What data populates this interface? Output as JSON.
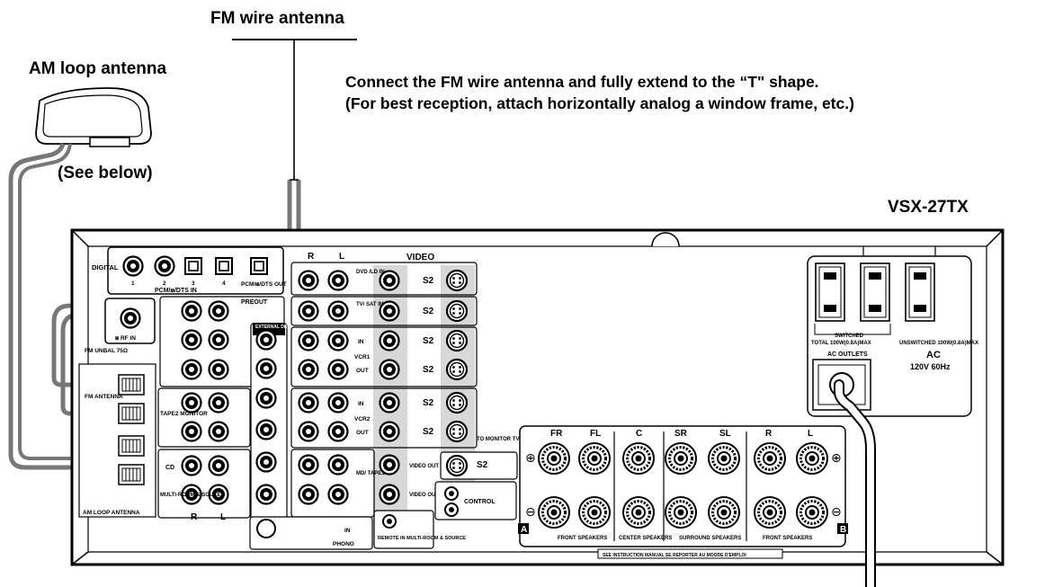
{
  "labels": {
    "fm_wire_antenna": "FM wire antenna",
    "am_loop_antenna": "AM loop antenna",
    "see_below": "(See below)",
    "instruction_line1": "Connect the FM wire antenna and fully extend to the “T\" shape.",
    "instruction_line2": "(For best reception, attach horizontally analog a window frame, etc.)",
    "model": "VSX-27TX"
  },
  "panel": {
    "digital": "DIGITAL",
    "digital_inputs": [
      "1",
      "2",
      "3",
      "4"
    ],
    "pcm_dts_in": "PCM/⧈/DTS IN",
    "pcm_dts_out": "PCM/⧈/DTS OUT",
    "rf_in": "⧈ RF IN",
    "fm_unbal": "FM UNBAL 75Ω",
    "fm_antenna": "FM ANTENNA",
    "am_loop_antenna": "AM LOOP ANTENNA",
    "preout": "PREOUT",
    "external_decoder_in": "EXTERNAL DECODER IN",
    "tape2_monitor": "TAPE2 MONITOR",
    "cd": "CD",
    "multi_room_source": "MULTI-ROOM & SOUCE",
    "r": "R",
    "l": "L",
    "video": "VIDEO",
    "s2": "S2",
    "dvd_ld_in": "DVD /LD IN",
    "tv_sat_in": "TV/ SAT IN",
    "vcr1": "VCR1",
    "vcr2": "VCR2",
    "in": "IN",
    "out": "OUT",
    "md_tape1": "MD/ TAPE1",
    "video_out": "VIDEO OUT",
    "to_monitor_tv": "TO MONITOR TV",
    "phono": "PHONO",
    "remote_in_multi_room": "REMOTE IN MULTI-ROOM & SOURCE",
    "control": "CONTROL",
    "switched": "SWITCHED",
    "switched_total": "TOTAL 100W(0.8A)MAX",
    "unswitched": "UNSWITCHED 100W(0.8A)MAX",
    "ac_outlets": "AC OUTLETS",
    "ac": "AC",
    "ac_rating": "120V  60Hz",
    "speaker_channels": [
      "FR",
      "FL",
      "C",
      "SR",
      "SL",
      "R",
      "L"
    ],
    "front_speakers": "FRONT SPEAKERS",
    "center_speakers": "CENTER SPEAKERS",
    "surround_speakers": "SURROUND SPEAKERS",
    "speaker_a": "A",
    "speaker_b": "B",
    "see_manual": "SEE INSTRUCTION MANUAL        SE REPORTER AU MOODE D'EMPLOI"
  }
}
